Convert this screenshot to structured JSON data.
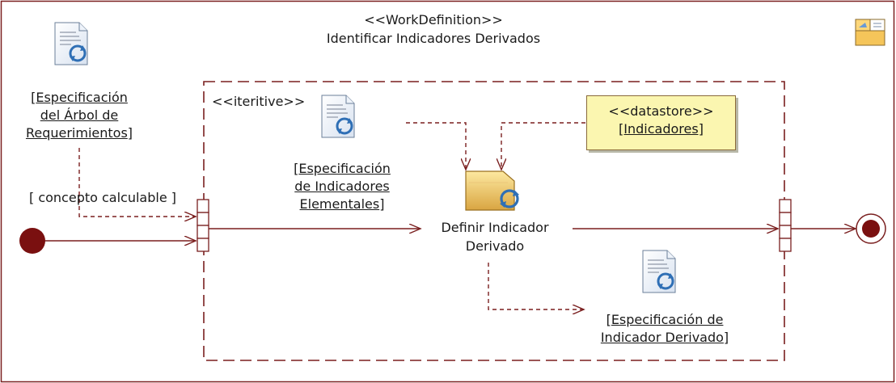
{
  "work_definition": {
    "stereotype": "<<WorkDefinition>>",
    "name": "Identificar Indicadores Derivados"
  },
  "iterative": {
    "stereotype": "<<iteritive>>"
  },
  "artifacts": {
    "arbol_requerimientos": {
      "lines": [
        "Especificación",
        "del Árbol de",
        "Requerimientos"
      ],
      "icon": "document-icon"
    },
    "indicadores_elementales": {
      "lines": [
        "Especificación",
        "de Indicadores",
        "Elementales"
      ],
      "icon": "document-icon"
    },
    "indicador_derivado": {
      "lines": [
        "Especificación de",
        "Indicador Derivado"
      ],
      "icon": "document-icon"
    }
  },
  "datastore": {
    "stereotype": "<<datastore>>",
    "name": "[Indicadores]"
  },
  "activity": {
    "lines": [
      "Definir Indicador",
      "Derivado"
    ],
    "icon": "activity-icon"
  },
  "guard": "[ concepto calculable ]",
  "colors": {
    "line": "#7a1f1f",
    "node": "#7a1010",
    "note_fill": "#fbf6b0",
    "icon_blue": "#2f6fb5"
  }
}
